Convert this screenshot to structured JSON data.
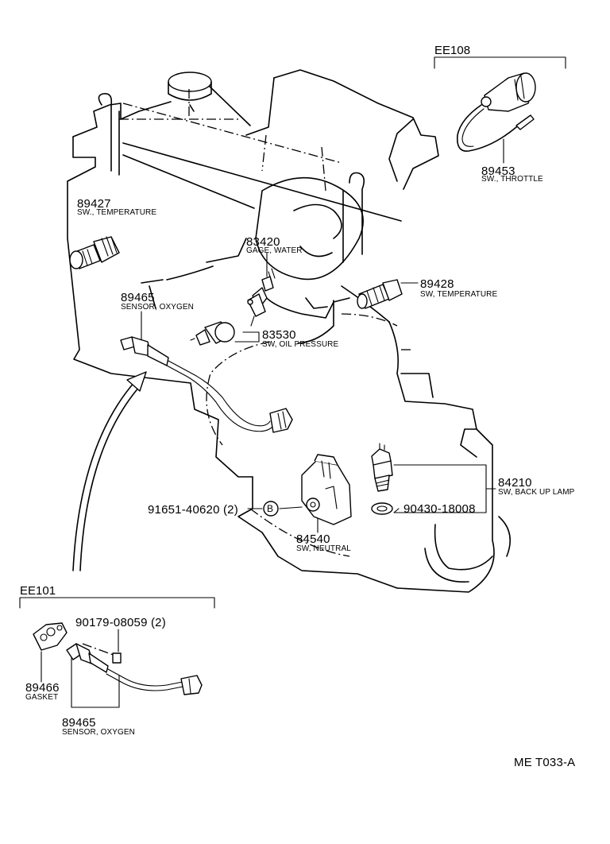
{
  "groups": {
    "ee108": "EE108",
    "ee101": "EE101"
  },
  "parts": {
    "p89453": {
      "number": "89453",
      "name": "SW., THROTTLE"
    },
    "p89427": {
      "number": "89427",
      "name": "SW., TEMPERATURE"
    },
    "p83420": {
      "number": "83420",
      "name": "GAGE, WATER"
    },
    "p89465_main": {
      "number": "89465",
      "name": "SENSOR, OXYGEN"
    },
    "p89428": {
      "number": "89428",
      "name": "SW, TEMPERATURE"
    },
    "p83530": {
      "number": "83530",
      "name": "SW, OIL PRESSURE"
    },
    "p84210": {
      "number": "84210",
      "name": "SW, BACK UP LAMP"
    },
    "p90430": {
      "number": "90430-18008"
    },
    "p91651": {
      "number": "91651-40620 (2)"
    },
    "p84540": {
      "number": "84540",
      "name": "SW, NEUTRAL"
    },
    "p90179": {
      "number": "90179-08059 (2)"
    },
    "p89466": {
      "number": "89466",
      "name": "GASKET"
    },
    "p89465_kit": {
      "number": "89465",
      "name": "SENSOR, OXYGEN"
    }
  },
  "callout_b": "B",
  "figure_code": "ME T033-A"
}
